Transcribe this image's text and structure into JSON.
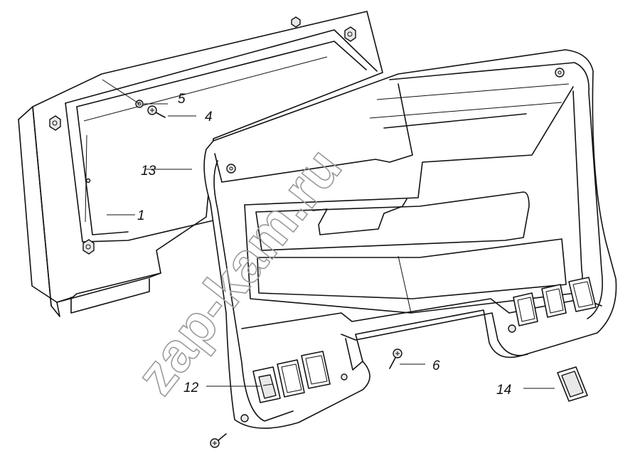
{
  "watermark": "zap-kam.ru",
  "callouts": [
    {
      "id": "c1",
      "label": "1"
    },
    {
      "id": "c4",
      "label": "4"
    },
    {
      "id": "c5",
      "label": "5"
    },
    {
      "id": "c6",
      "label": "6"
    },
    {
      "id": "c12",
      "label": "12"
    },
    {
      "id": "c13",
      "label": "13"
    },
    {
      "id": "c14",
      "label": "14"
    }
  ]
}
